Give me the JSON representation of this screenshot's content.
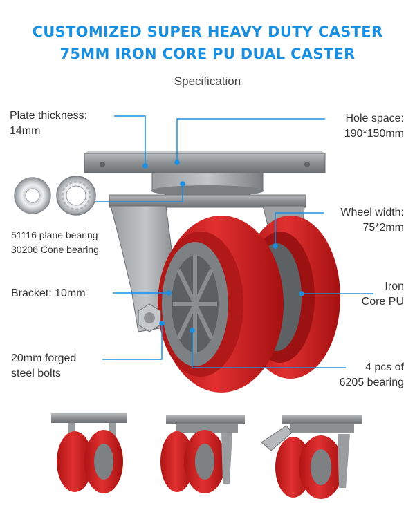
{
  "header": {
    "title_line1": "CUSTOMIZED SUPER HEAVY DUTY CASTER",
    "title_line2": "75MM IRON CORE PU DUAL CASTER",
    "subtitle": "Specification"
  },
  "specs": {
    "plate_thickness": "Plate thickness:\n14mm",
    "hole_space": "Hole space:\n190*150mm",
    "bearings": "51116 plane bearing\n30206 Cone bearing",
    "wheel_width": "Wheel width:\n75*2mm",
    "bracket": "Bracket: 10mm",
    "core": "Iron\nCore PU",
    "bolts": "20mm forged\nsteel bolts",
    "wheel_bearing": "4 pcs of\n6205 bearing"
  },
  "colors": {
    "title": "#1a8fe0",
    "callout_line": "#1a8fe0",
    "wheel_pu": "#d42020",
    "metal": "#8a8d90"
  }
}
